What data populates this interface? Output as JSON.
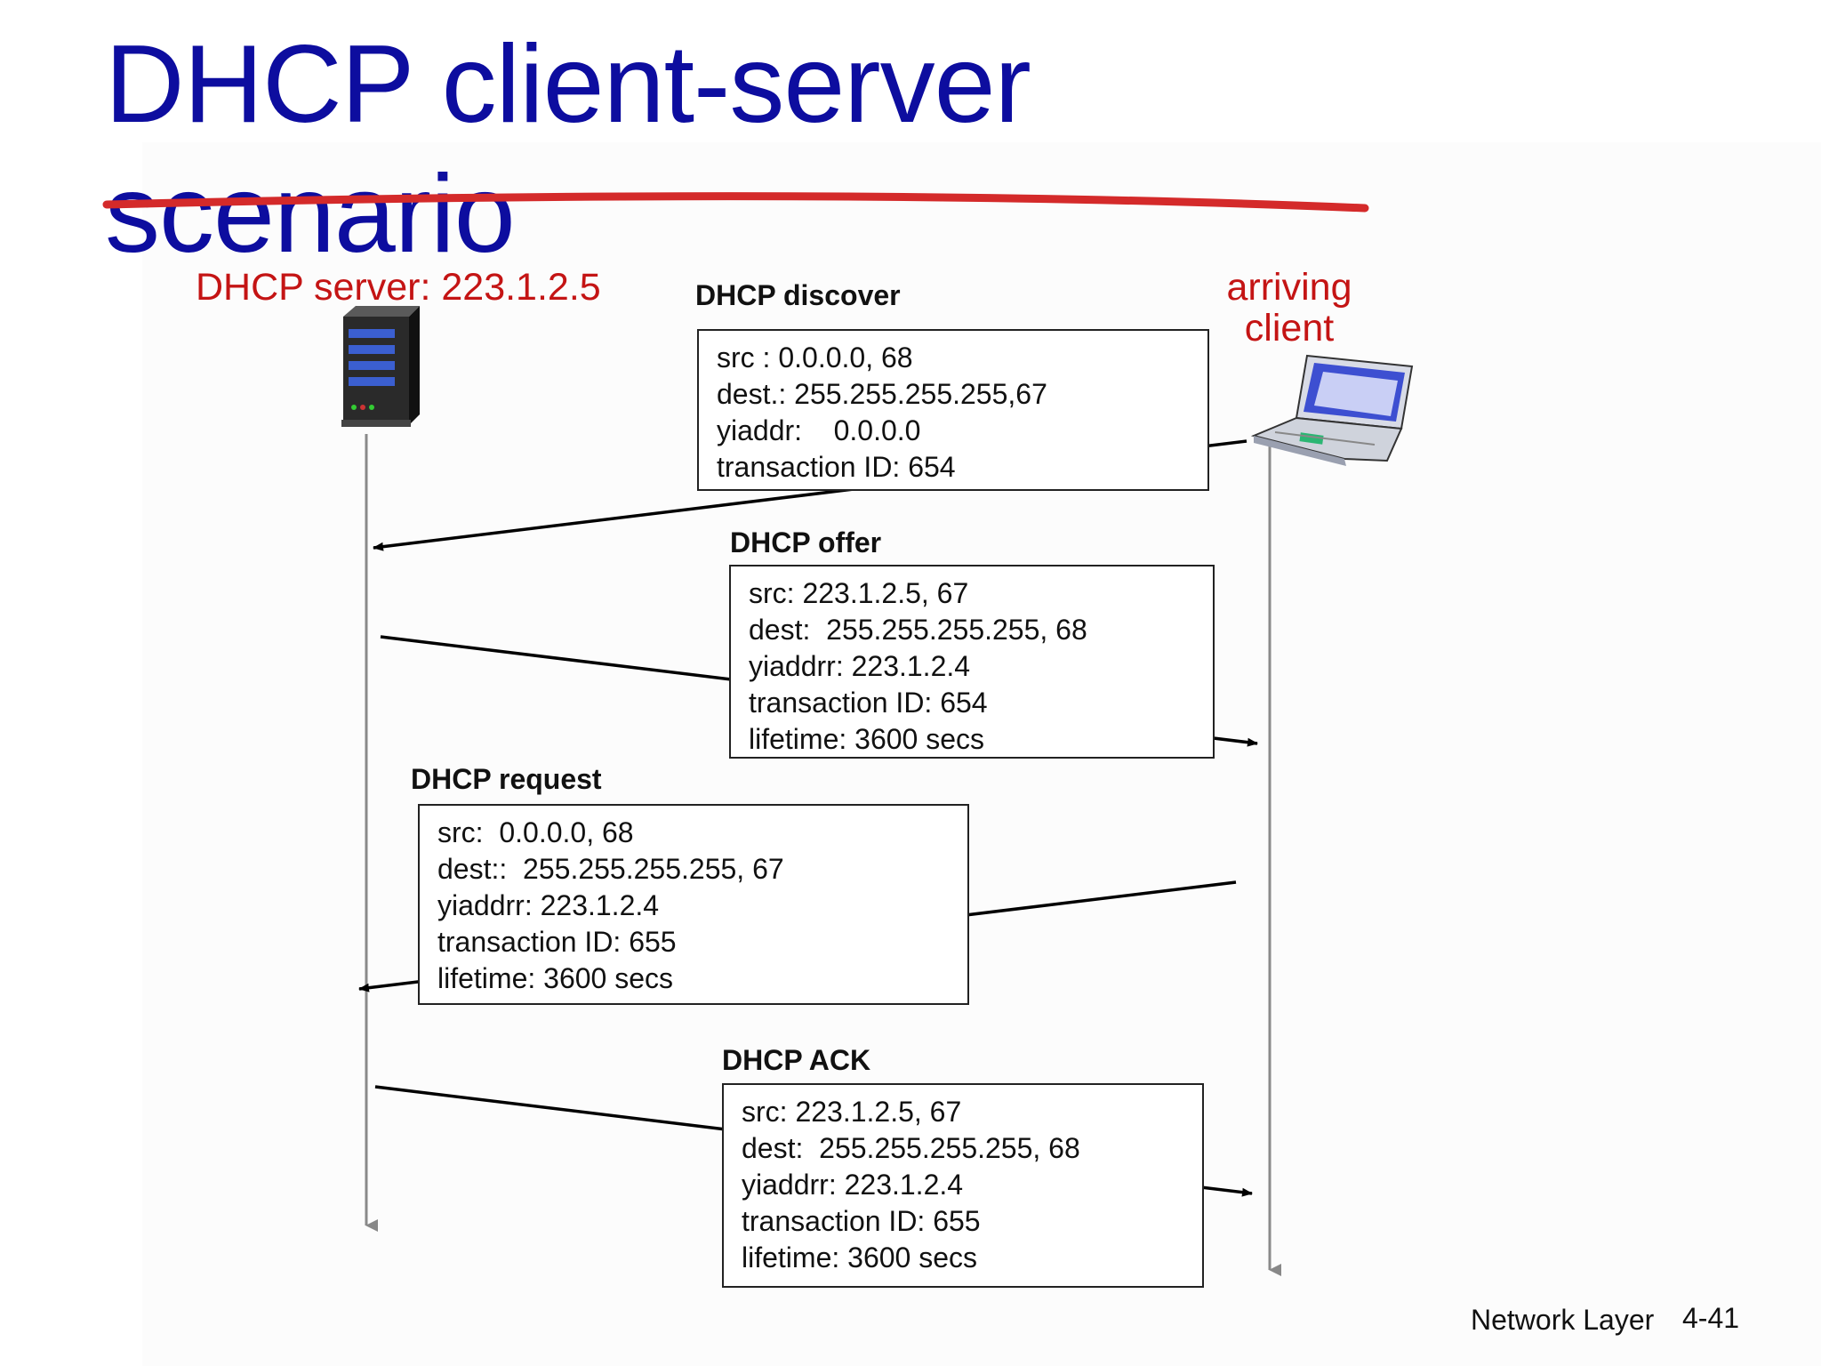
{
  "title": {
    "line1": "DHCP client-server",
    "line2": "scenario"
  },
  "server_label": "DHCP server: 223.1.2.5",
  "client_label": {
    "line1": "arriving",
    "line2": "client"
  },
  "messages": [
    {
      "title": "DHCP discover",
      "lines": [
        "src : 0.0.0.0, 68",
        "dest.: 255.255.255.255,67",
        "yiaddr:    0.0.0.0",
        "transaction ID: 654"
      ]
    },
    {
      "title": "DHCP offer",
      "lines": [
        "src: 223.1.2.5, 67",
        "dest:  255.255.255.255, 68",
        "yiaddrr: 223.1.2.4",
        "transaction ID: 654",
        "lifetime: 3600 secs"
      ]
    },
    {
      "title": "DHCP request",
      "lines": [
        "src:  0.0.0.0, 68",
        "dest::  255.255.255.255, 67",
        "yiaddrr: 223.1.2.4",
        "transaction ID: 655",
        "lifetime: 3600 secs"
      ]
    },
    {
      "title": "DHCP ACK",
      "lines": [
        "src: 223.1.2.5, 67",
        "dest:  255.255.255.255, 68",
        "yiaddrr: 223.1.2.4",
        "transaction ID: 655",
        "lifetime: 3600 secs"
      ]
    }
  ],
  "footer": {
    "section": "Network Layer",
    "page": "4-41"
  },
  "colors": {
    "title": "#0d0d9f",
    "labels": "#c41414",
    "strike": "#d42a2a"
  }
}
